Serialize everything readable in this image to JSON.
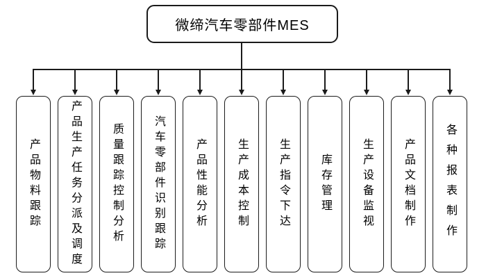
{
  "diagram": {
    "root": {
      "label": "微缔汽车零部件MES"
    },
    "children": [
      {
        "label": "产品物料跟踪"
      },
      {
        "label": "产品生产任务分派及调度"
      },
      {
        "label": "质量跟踪控制分析"
      },
      {
        "label": "汽车零部件识别跟踪"
      },
      {
        "label": "产品性能分析"
      },
      {
        "label": "生产成本控制"
      },
      {
        "label": "生产指令下达"
      },
      {
        "label": "库存管理"
      },
      {
        "label": "生产设备监视"
      },
      {
        "label": "产品文档制作"
      },
      {
        "label": "各种报表制作"
      }
    ]
  },
  "colors": {
    "line": "#1a1a1a",
    "text": "#000000",
    "background": "#ffffff"
  }
}
